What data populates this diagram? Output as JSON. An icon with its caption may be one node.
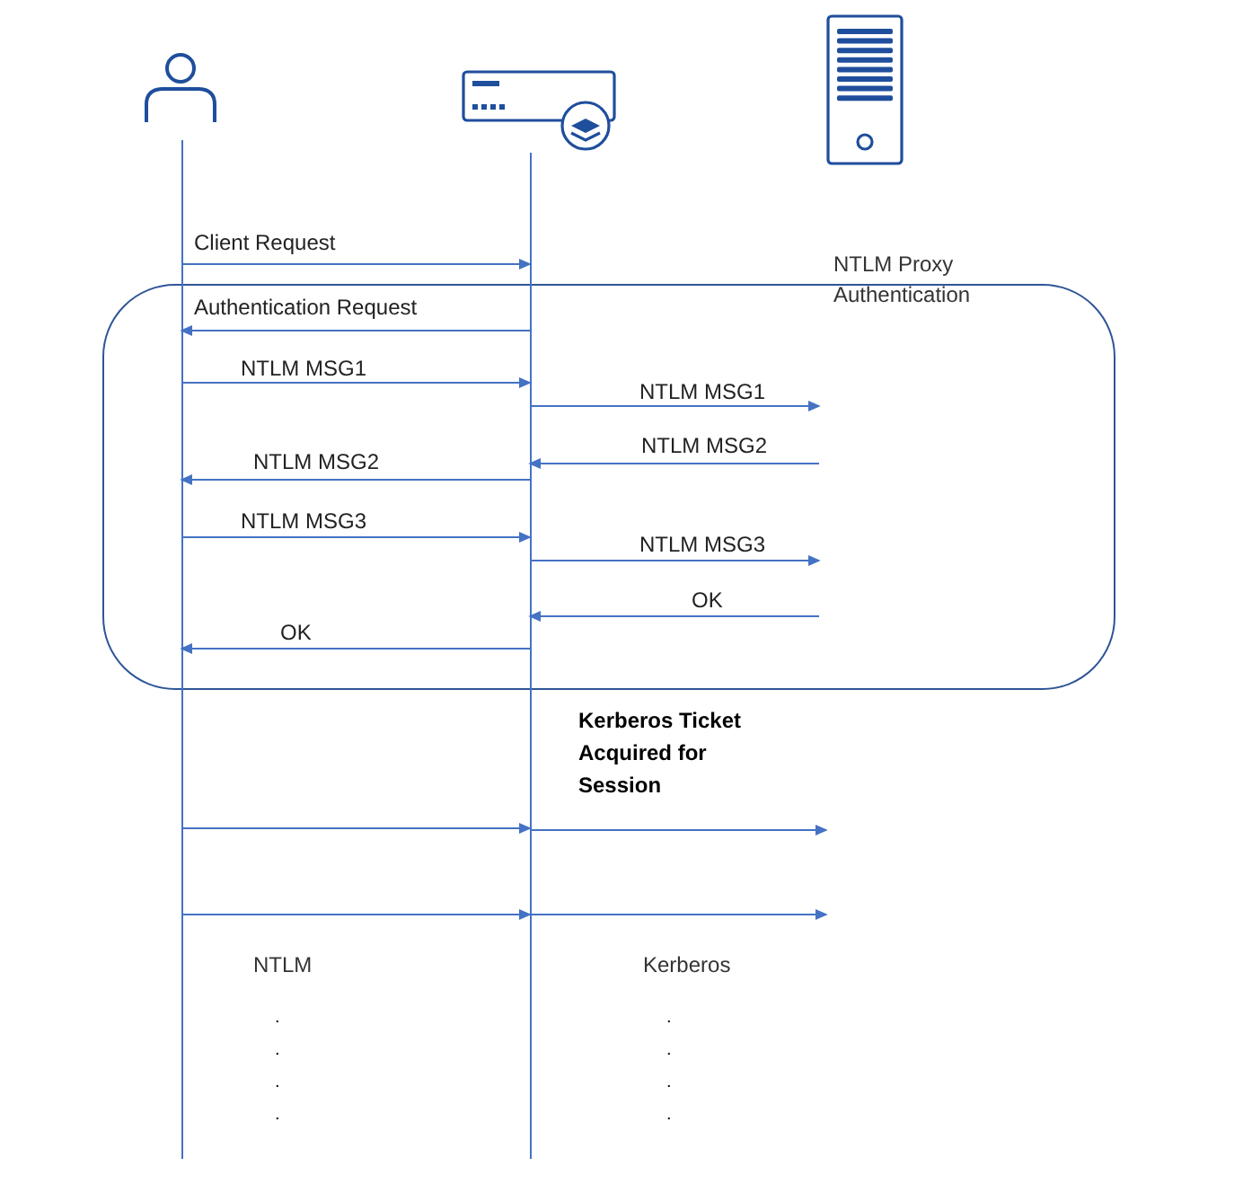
{
  "diagram": {
    "nodes": [
      {
        "text": [],
        "shape": "person"
      },
      {
        "text": [],
        "shape": "picture"
      },
      {
        "text": [],
        "shape": "picture"
      },
      {
        "text": [],
        "shape": "bar"
      },
      {
        "text": [],
        "shape": "bar"
      }
    ],
    "edges": [
      {
        "from": 3,
        "to": 4,
        "arrow": "to",
        "label": "Client Request"
      },
      {
        "from": 4,
        "to": 3,
        "arrow": "to",
        "label": "Authentication Request"
      },
      {
        "from": 3,
        "to": 4,
        "arrow": "to",
        "label": "NTLM MSG1"
      },
      {
        "from": 4,
        "to": null,
        "arrow": "to",
        "label": "NTLM MSG1"
      },
      {
        "from": null,
        "to": 4,
        "arrow": "to",
        "label": "NTLM MSG2"
      },
      {
        "from": 4,
        "to": 3,
        "arrow": "to",
        "label": "NTLM MSG2"
      },
      {
        "from": 3,
        "to": 4,
        "arrow": "to",
        "label": "NTLM MSG3"
      },
      {
        "from": 4,
        "to": null,
        "arrow": "to",
        "label": "NTLM MSG3"
      },
      {
        "from": null,
        "to": 4,
        "arrow": "to",
        "label": "OK"
      },
      {
        "from": 4,
        "to": 3,
        "arrow": "to",
        "label": "OK"
      },
      {
        "from": 3,
        "to": 4,
        "arrow": "to"
      },
      {
        "from": 4,
        "to": null,
        "arrow": "to"
      },
      {
        "from": 3,
        "to": 4,
        "arrow": "to"
      },
      {
        "from": 4,
        "to": null,
        "arrow": "to"
      }
    ],
    "labels": [
      "NTLM Proxy Authentication",
      "Kerberos Ticket Acquired for Session",
      "NTLM",
      "Kerberos",
      ".",
      ".",
      ".",
      ".",
      ".",
      ".",
      ".",
      "."
    ]
  }
}
